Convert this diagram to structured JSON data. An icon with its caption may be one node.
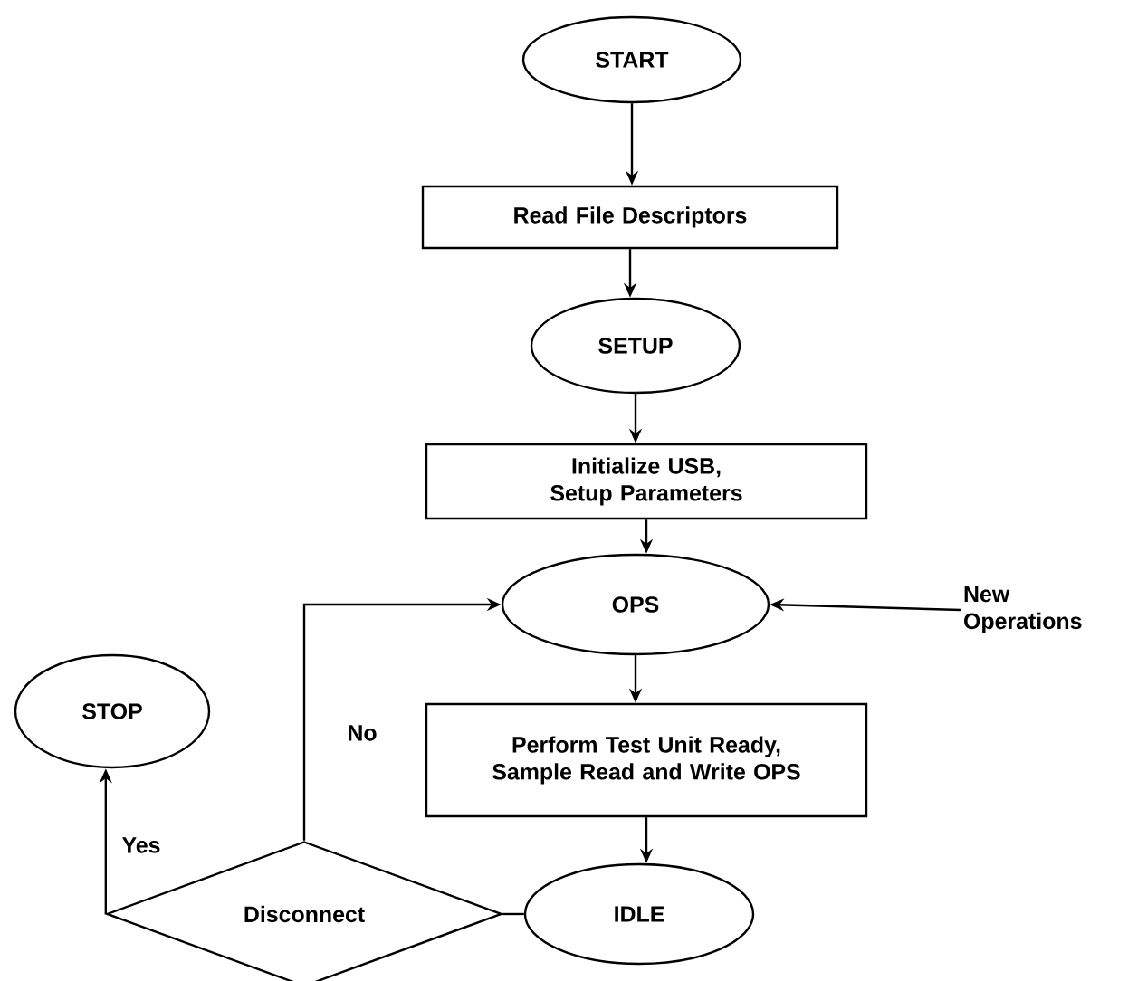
{
  "diagram": {
    "nodes": [
      {
        "text": [
          "START"
        ]
      },
      {
        "text": [
          "Read File Descriptors"
        ]
      },
      {
        "text": [
          "SETUP"
        ]
      },
      {
        "text": [
          "Initialize USB, Setup Parameters"
        ]
      },
      {
        "text": [
          "OPS"
        ]
      },
      {
        "text": [
          "New Operations"
        ]
      },
      {
        "text": [
          "Perform Test Unit Ready, Sample Read and Write OPS"
        ]
      },
      {
        "text": [
          "IDLE"
        ]
      },
      {
        "text": [
          "Disconnect"
        ]
      },
      {
        "text": [
          "STOP"
        ]
      }
    ],
    "edges": [
      {
        "from": 0,
        "to": 1,
        "arrow": "to"
      },
      {
        "from": 1,
        "to": 2,
        "arrow": "to"
      },
      {
        "from": 2,
        "to": 3,
        "arrow": "to"
      },
      {
        "from": 3,
        "to": 4,
        "arrow": "to"
      },
      {
        "from": 5,
        "to": 4,
        "arrow": "to"
      },
      {
        "from": 4,
        "to": 6,
        "arrow": "to"
      },
      {
        "from": 6,
        "to": 7,
        "arrow": "to"
      },
      {
        "from": 7,
        "to": 8,
        "arrow": "none"
      },
      {
        "from": 8,
        "to": 9,
        "arrow": "to",
        "label": "Yes"
      },
      {
        "from": 8,
        "to": 4,
        "arrow": "to",
        "label": "No"
      }
    ]
  }
}
